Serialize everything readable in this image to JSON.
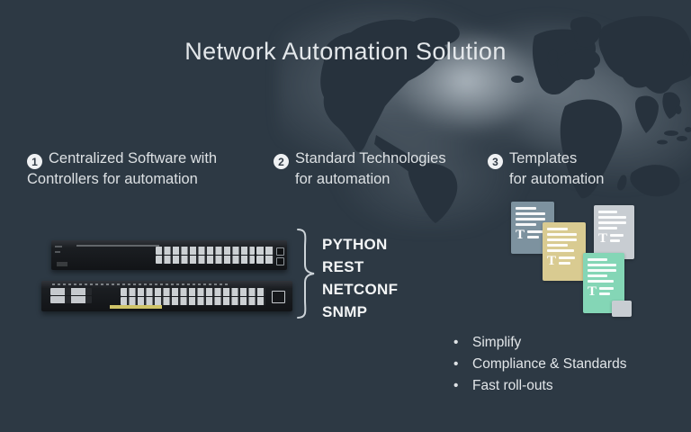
{
  "slide": {
    "title": "Network Automation Solution",
    "points": [
      {
        "number": "1",
        "line1": "Centralized Software with",
        "line2": "Controllers for automation"
      },
      {
        "number": "2",
        "line1": "Standard Technologies",
        "line2": "for automation"
      },
      {
        "number": "3",
        "line1": "Templates",
        "line2": "for automation"
      }
    ],
    "technologies": [
      "PYTHON",
      "REST",
      "NETCONF",
      "SNMP"
    ],
    "benefits": [
      "Simplify",
      "Compliance & Standards",
      "Fast roll-outs"
    ],
    "bullet_char": "•",
    "doc_glyph": "T",
    "icons": {
      "map": "world-map",
      "step_badge": "numbered-circle",
      "brace": "right-curly-brace",
      "document": "template-document",
      "switches": "rack-network-switches",
      "bullet": "round-bullet"
    },
    "colors": {
      "background": "#2d3944",
      "map_land": "#27323d",
      "map_glow": "#9aa7b1",
      "title_text": "#e3e7ea",
      "body_text": "#dce0e3",
      "tech_text": "#f3f5f6",
      "badge_bg": "#eff1f3",
      "badge_text": "#323c46",
      "doc_slate": "#7d929f",
      "doc_tan": "#d9cb91",
      "doc_gray": "#c8cdd2",
      "doc_teal": "#84d6b6",
      "switch_body": "#1b1e22",
      "switch_ports": "#ccd0d3",
      "switch_label": "#cfc468"
    }
  }
}
